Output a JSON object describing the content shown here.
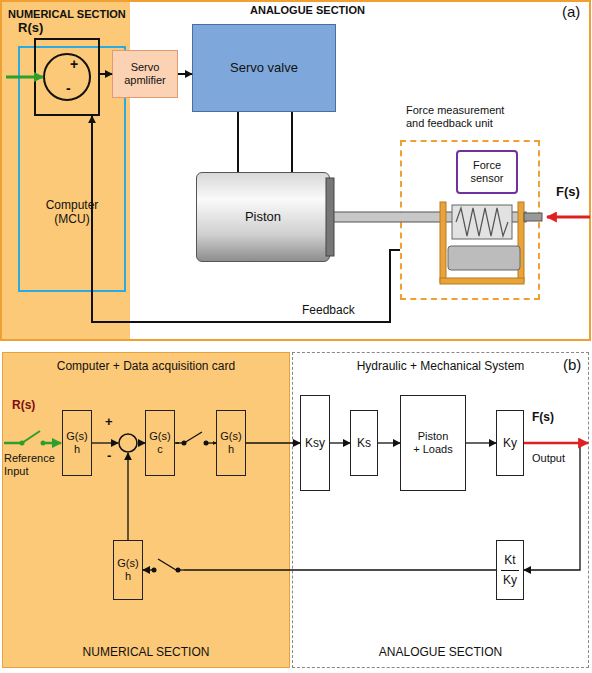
{
  "diagram": {
    "nodes": [
      {
        "text": [
          "NUMERICAL SECTION"
        ]
      },
      {
        "text": [
          "Computer (MCU)"
        ],
        "in": 0
      },
      {
        "text": [
          "+",
          "-"
        ],
        "in": 1
      },
      {
        "text": [
          "Servo apmlifier"
        ]
      },
      {
        "text": [
          "Servo valve"
        ]
      },
      {
        "text": [
          "Piston"
        ]
      },
      {
        "text": [
          "Force measurement and feedback unit"
        ]
      },
      {
        "text": [
          "Force sensor"
        ],
        "in": 6
      },
      {
        "text": [
          "Computer + Data acquisition card",
          "NUMERICAL SECTION"
        ]
      },
      {
        "text": [
          "Hydraulic + Mechanical System",
          "ANALOGUE SECTION"
        ]
      },
      {
        "text": [
          "G(s) h"
        ],
        "in": 8
      },
      {
        "text": [
          "+",
          "-"
        ],
        "in": 8
      },
      {
        "text": [
          "G(s) c"
        ],
        "in": 8
      },
      {
        "text": [
          "G(s) h"
        ],
        "in": 8
      },
      {
        "text": [
          "Ksy"
        ],
        "in": 9
      },
      {
        "text": [
          "Ks"
        ],
        "in": 9
      },
      {
        "text": [
          "Piston + Loads"
        ],
        "in": 9
      },
      {
        "text": [
          "Ky"
        ],
        "in": 9
      },
      {
        "text": [
          "Kt",
          "Ky"
        ],
        "in": 9
      },
      {
        "text": [
          "G(s) h"
        ],
        "in": 8
      }
    ],
    "edges": [
      {
        "from": 2,
        "to": 3,
        "arrow": "to"
      },
      {
        "from": 3,
        "to": 4,
        "arrow": "to"
      },
      {
        "from": 4,
        "to": 5,
        "arrow": "none"
      },
      {
        "from": 4,
        "to": 5,
        "arrow": "none"
      },
      {
        "from": 6,
        "to": 2,
        "arrow": "to",
        "label": "Feedback"
      },
      {
        "from": 10,
        "to": 11,
        "arrow": "to"
      },
      {
        "from": 11,
        "to": 12,
        "arrow": "to"
      },
      {
        "from": 12,
        "to": 13,
        "arrow": "to"
      },
      {
        "from": 13,
        "to": 14,
        "arrow": "to"
      },
      {
        "from": 14,
        "to": 15,
        "arrow": "to"
      },
      {
        "from": 15,
        "to": 16,
        "arrow": "to"
      },
      {
        "from": 16,
        "to": 17,
        "arrow": "to"
      },
      {
        "from": 17,
        "to": 18,
        "arrow": "to"
      },
      {
        "from": 18,
        "to": 19,
        "arrow": "to"
      },
      {
        "from": 19,
        "to": 11,
        "arrow": "to"
      }
    ],
    "labels": [
      "ANALOGUE SECTION",
      "(a)",
      "R(s)",
      "F(s)",
      "(b)",
      "R(s)",
      "Reference Input",
      "F(s)",
      "Output"
    ]
  }
}
